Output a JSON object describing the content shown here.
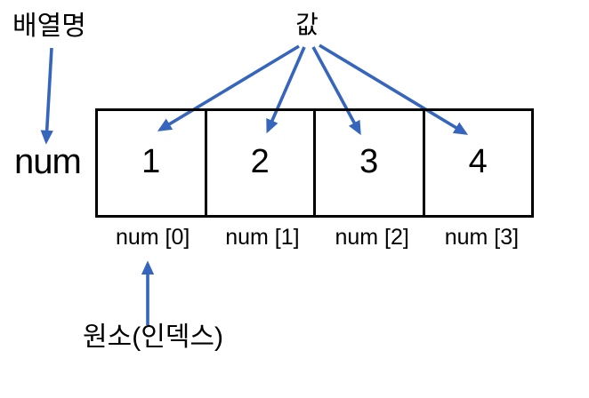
{
  "diagram": {
    "labels": {
      "array_name_label": "배열명",
      "value_label": "값",
      "element_index_label": "원소(인덱스)"
    },
    "array": {
      "name": "num",
      "cells": [
        {
          "value": "1",
          "index": "num [0]"
        },
        {
          "value": "2",
          "index": "num [1]"
        },
        {
          "value": "3",
          "index": "num [2]"
        },
        {
          "value": "4",
          "index": "num [3]"
        }
      ]
    },
    "colors": {
      "arrow": "#3565BD",
      "border": "#000000",
      "text": "#000000",
      "background": "#FFFFFF"
    }
  }
}
